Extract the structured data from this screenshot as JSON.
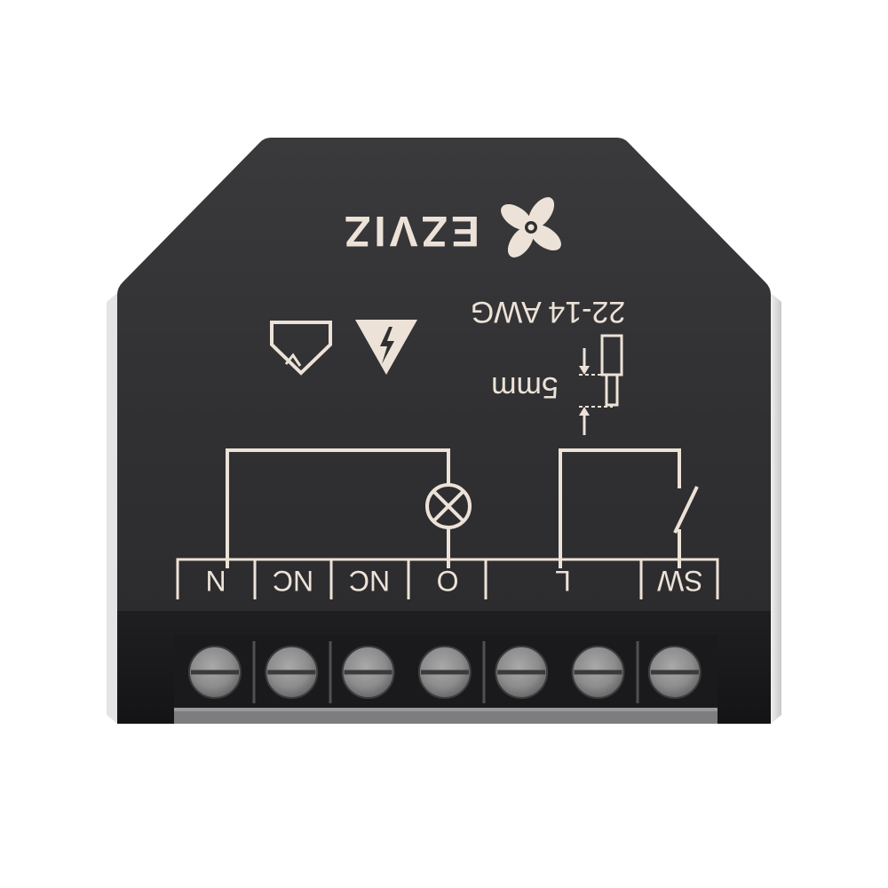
{
  "product": {
    "brand": "EZVIZ",
    "logo_icon": "fan-logo-icon",
    "wire_gauge": "22-14 AWG",
    "strip_length": "5mm",
    "symbols": [
      "indoor-use-icon",
      "high-voltage-warning-icon",
      "wire-strip-icon"
    ],
    "terminals": [
      "N",
      "NC",
      "NC",
      "O",
      "L",
      "SW"
    ],
    "screw_count": 7,
    "colors": {
      "body": "#2e2e30",
      "print": "#ede2d8",
      "screw": "#8a8a8a",
      "side_edge": "#d6d6d6"
    }
  }
}
